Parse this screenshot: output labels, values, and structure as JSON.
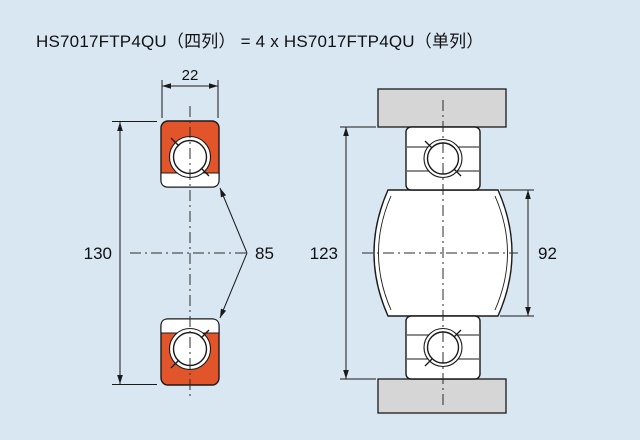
{
  "title": "HS7017FTP4QU（四列） = 4 x HS7017FTP4QU（单列）",
  "colors": {
    "background": "#d9e7f3",
    "bearing_accent_orange": "#e2552b",
    "housing_gray": "#d6d6d6",
    "line_black": "#1a1a1a"
  },
  "left_view": {
    "dimensions": {
      "width_mm": "22",
      "outer_diameter_mm": "130",
      "bore_diameter_mm": "85"
    }
  },
  "right_view": {
    "dimensions": {
      "housing_abutment_diameter_mm": "123",
      "shaft_abutment_diameter_mm": "92"
    }
  }
}
